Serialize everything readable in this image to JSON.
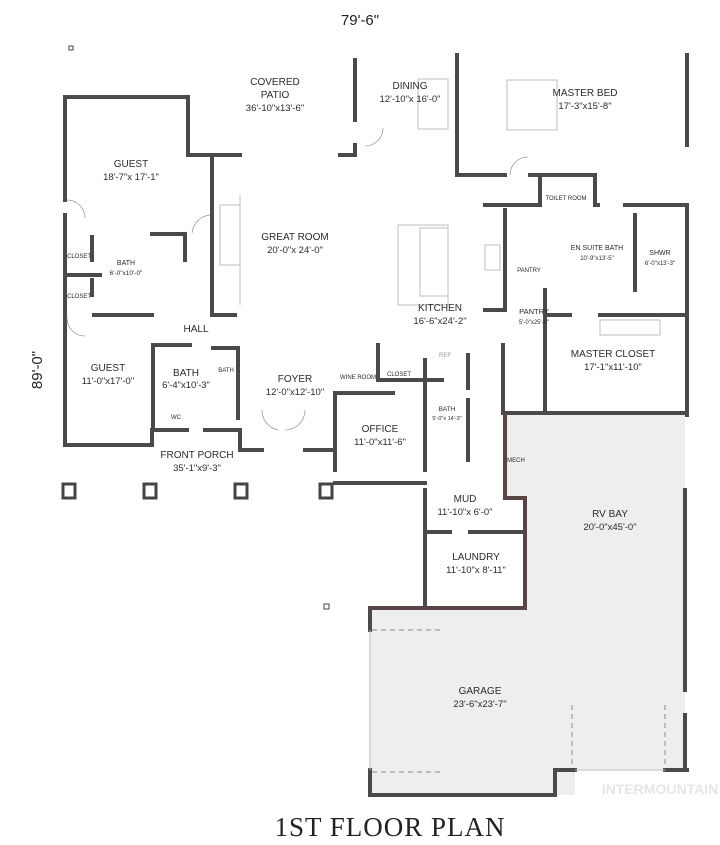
{
  "plan": {
    "title": "1ST FLOOR PLAN",
    "overall_width": "79'-6\"",
    "overall_depth": "89'-0\"",
    "watermark": "INTERMOUNTAIN",
    "colors": {
      "wall": "#4a4a4a",
      "garage_floor": "#eeeeee",
      "garage_wall_accent": "#7a3a3a"
    }
  },
  "rooms": {
    "covered_patio": {
      "name": "COVERED",
      "name2": "PATIO",
      "size": "36'-10\"x13'-6\""
    },
    "dining": {
      "name": "DINING",
      "size": "12'-10\"x 16'-0\""
    },
    "master_bed": {
      "name": "MASTER BED",
      "size": "17'-3\"x15'-8\""
    },
    "guest1": {
      "name": "GUEST",
      "size": "18'-7\"x 17'-1\""
    },
    "great_room": {
      "name": "GREAT ROOM",
      "size": "20'-0\"x 24'-0\""
    },
    "closet1": {
      "name": "CLOSET"
    },
    "closet2": {
      "name": "CLOSET"
    },
    "bath1": {
      "name": "BATH",
      "size": "6'-0\"x10'-0\""
    },
    "toilet_room": {
      "name": "TOILET ROOM"
    },
    "en_suite": {
      "name": "EN SUITE BATH",
      "size": "10'-9\"x13'-5\""
    },
    "shower": {
      "name": "SHWR",
      "size": "6'-0\"x13'-3\""
    },
    "pantry_small": {
      "name": "PANTRY"
    },
    "kitchen": {
      "name": "KITCHEN",
      "size": "16'-6\"x24'-2\""
    },
    "pantry": {
      "name": "PANTRY",
      "size": "5'-0\"x25'-0\""
    },
    "hall": {
      "name": "HALL"
    },
    "guest2": {
      "name": "GUEST",
      "size": "11'-0\"x17'-0\""
    },
    "bath2": {
      "name": "BATH",
      "size": "6'-4\"x10'-3\""
    },
    "bath2_small": {
      "name": "BATH"
    },
    "wc": {
      "name": "WC"
    },
    "foyer": {
      "name": "FOYER",
      "size": "12'-0\"x12'-10\""
    },
    "wine_room": {
      "name": "WINE ROOM"
    },
    "closet3": {
      "name": "CLOSET"
    },
    "master_closet": {
      "name": "MASTER CLOSET",
      "size": "17'-1\"x11'-10\""
    },
    "ref": {
      "name": "REF"
    },
    "bath3": {
      "name": "BATH",
      "size": "5'-0\"x 14'-3\""
    },
    "office": {
      "name": "OFFICE",
      "size": "11'-0\"x11'-6\""
    },
    "front_porch": {
      "name": "FRONT PORCH",
      "size": "35'-1\"x9'-3\""
    },
    "mech": {
      "name": "MECH"
    },
    "mud": {
      "name": "MUD",
      "size": "11'-10\"x 6'-0\""
    },
    "rv_bay": {
      "name": "RV BAY",
      "size": "20'-0\"x45'-0\""
    },
    "laundry": {
      "name": "LAUNDRY",
      "size": "11'-10\"x 8'-11\""
    },
    "garage": {
      "name": "GARAGE",
      "size": "23'-6\"x23'-7\""
    }
  }
}
